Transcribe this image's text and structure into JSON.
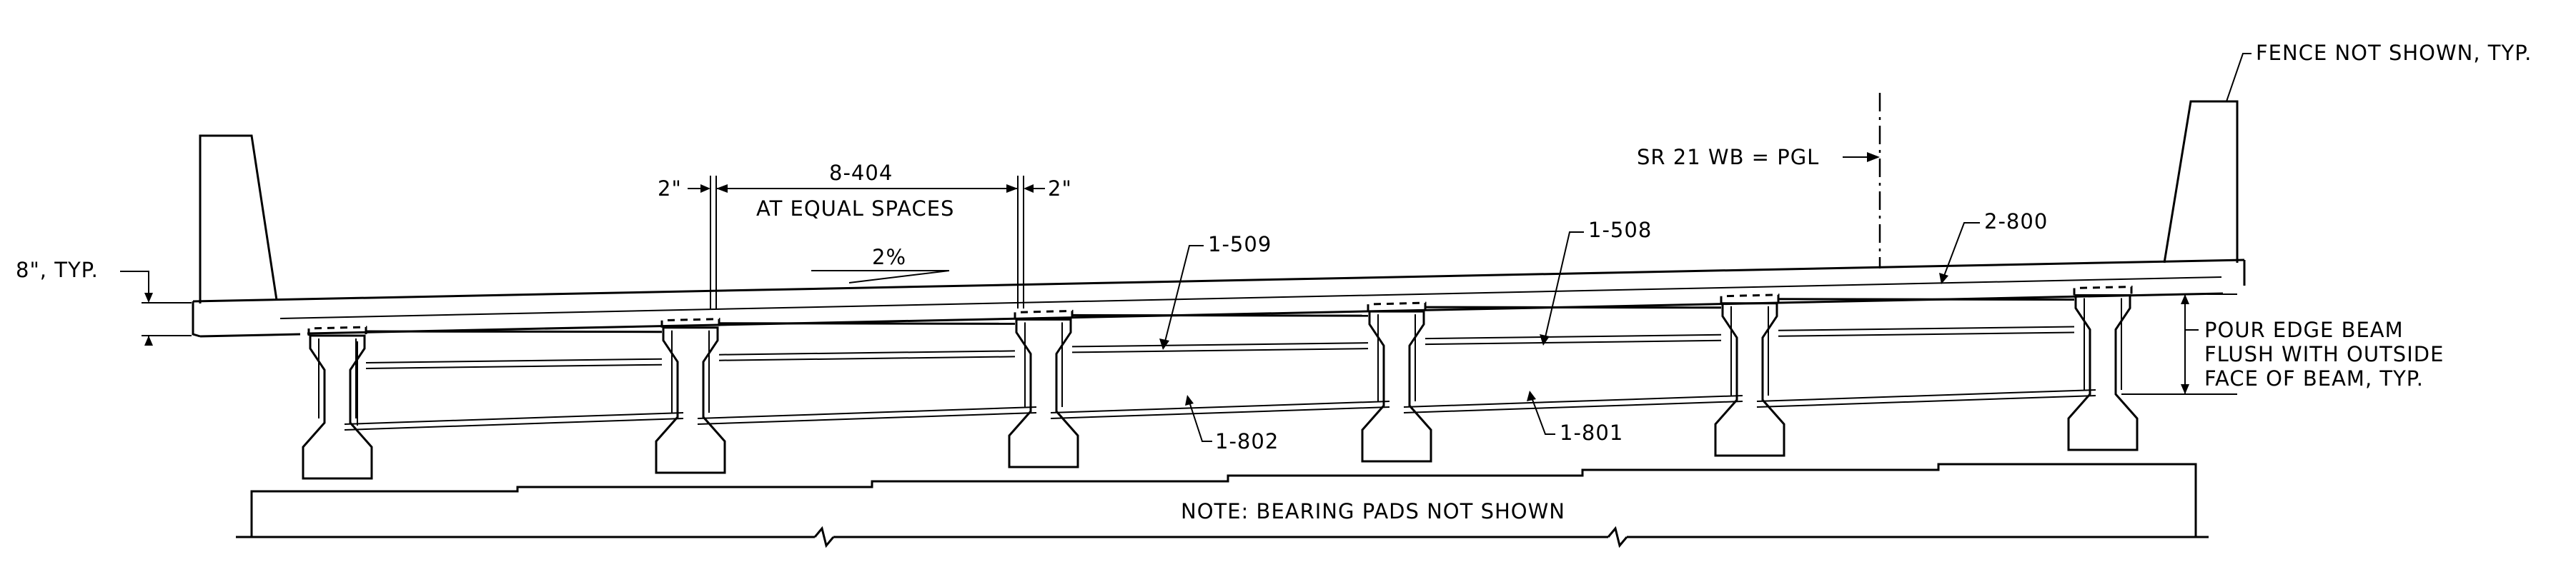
{
  "labels": {
    "fence_note": "FENCE NOT SHOWN, TYP.",
    "pgl_label": "SR 21 WB = PGL",
    "dim_2in_left": "2\"",
    "dim_2in_right": "2\"",
    "bar_spacing_mark": "8-404",
    "bar_spacing_note": "AT EQUAL SPACES",
    "slope": "2%",
    "deck_thickness": "8\", TYP.",
    "bar_1_509": "1-509",
    "bar_1_508": "1-508",
    "bar_2_800": "2-800",
    "bar_1_802": "1-802",
    "bar_1_801": "1-801",
    "edge_beam_note_line1": "POUR EDGE BEAM",
    "edge_beam_note_line2": "FLUSH WITH OUTSIDE",
    "edge_beam_note_line3": "FACE OF BEAM, TYP.",
    "bearing_note": "NOTE: BEARING PADS NOT SHOWN"
  },
  "structure": {
    "beam_count": 6
  }
}
